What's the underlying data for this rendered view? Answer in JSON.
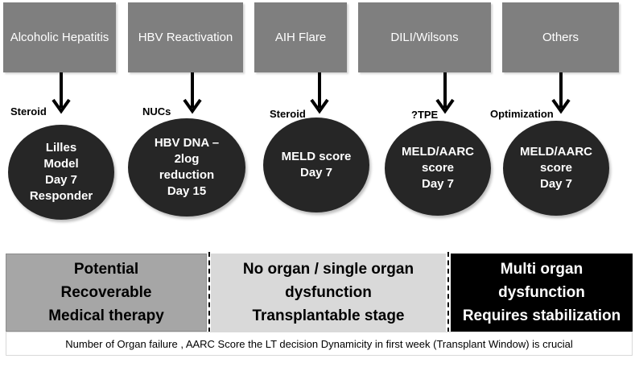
{
  "etiologies": [
    {
      "label": "Alcoholic Hepatitis",
      "therapy": "Steroid",
      "outcome": [
        "Lilles",
        "Model",
        "Day 7",
        "Responder"
      ]
    },
    {
      "label": "HBV Reactivation",
      "therapy": "NUCs",
      "outcome": [
        "HBV DNA –",
        "2log",
        "reduction",
        "Day 15"
      ]
    },
    {
      "label": "AIH Flare",
      "therapy": "Steroid",
      "outcome": [
        "MELD score",
        "Day 7"
      ]
    },
    {
      "label": "DILI/Wilsons",
      "therapy": "?TPE",
      "outcome": [
        "MELD/AARC",
        "score",
        "Day 7"
      ]
    },
    {
      "label": "Others",
      "therapy": "Optimization",
      "outcome": [
        "MELD/AARC",
        "score",
        "Day 7"
      ]
    }
  ],
  "stages": [
    {
      "lines": [
        "Potential",
        "Recoverable",
        "Medical therapy"
      ],
      "background": "#a6a6a6",
      "text_color": "#000000"
    },
    {
      "lines": [
        "No organ / single organ",
        "dysfunction",
        "Transplantable stage"
      ],
      "background": "#d9d9d9",
      "text_color": "#000000"
    },
    {
      "lines": [
        "Multi organ",
        "dysfunction",
        "Requires stabilization"
      ],
      "background": "#000000",
      "text_color": "#ffffff"
    }
  ],
  "footer": "Number of Organ failure , AARC Score  the LT decision Dynamicity in first week (Transplant Window) is crucial",
  "colors": {
    "etiology_box": "#7f7f7f",
    "outcome_oval": "#262626",
    "arrow": "#000000"
  }
}
